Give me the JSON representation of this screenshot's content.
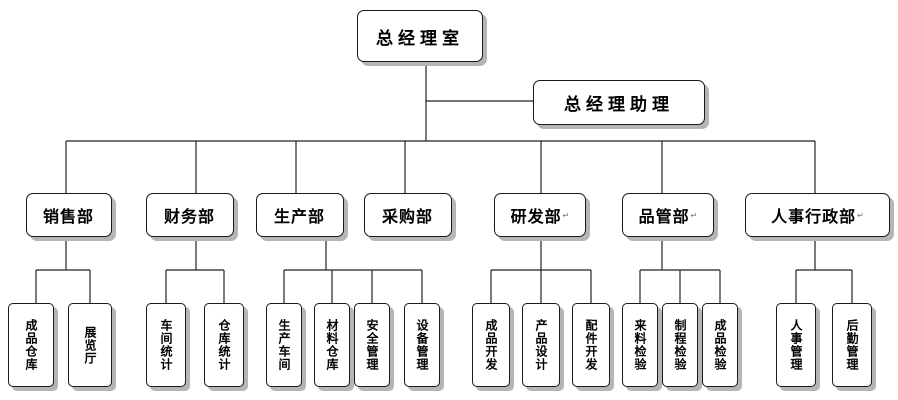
{
  "top": {
    "label": "总经理室"
  },
  "assistant": {
    "label": "总经理助理"
  },
  "departments": [
    {
      "label": "销售部",
      "mark": "",
      "subs": [
        "成品仓库",
        "展览厅"
      ]
    },
    {
      "label": "财务部",
      "mark": "",
      "subs": [
        "车间统计",
        "仓库统计"
      ]
    },
    {
      "label": "生产部",
      "mark": "",
      "subs": [
        "生产车间",
        "材料仓库",
        "安全管理",
        "设备管理"
      ]
    },
    {
      "label": "采购部",
      "mark": "",
      "subs": []
    },
    {
      "label": "研发部",
      "mark": "↵",
      "subs": [
        "成品开发",
        "产品设计",
        "配件开发"
      ]
    },
    {
      "label": "品管部",
      "mark": "↵",
      "subs": [
        "来料检验",
        "制程检验",
        "成品检验"
      ]
    },
    {
      "label": "人事行政部",
      "mark": "↵",
      "subs": [
        "人事管理",
        "后勤管理"
      ]
    }
  ],
  "colors": {
    "line": "#222222",
    "border": "#1a1a1a",
    "shadow": "#b5b5b5"
  }
}
